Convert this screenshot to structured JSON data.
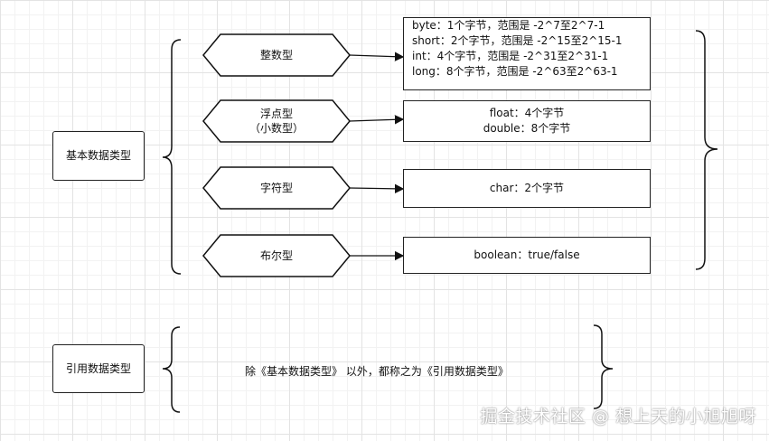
{
  "basic_types": {
    "title": "基本数据类型",
    "integer": {
      "label": "整数型",
      "details": [
        "byte：1个字节，范围是 -2^7至2^7-1",
        "short：2个字节，范围是 -2^15至2^15-1",
        "int：4个字节，范围是 -2^31至2^31-1",
        "long：8个字节，范围是 -2^63至2^63-1"
      ]
    },
    "float": {
      "label_line1": "浮点型",
      "label_line2": "（小数型）",
      "details": [
        "float：4个字节",
        "double：8个字节"
      ]
    },
    "char": {
      "label": "字符型",
      "detail": "char：2个字节"
    },
    "boolean": {
      "label": "布尔型",
      "detail": "boolean：true/false"
    }
  },
  "reference_types": {
    "title": "引用数据类型",
    "note": "除《基本数据类型》 以外，都称之为《引用数据类型》"
  },
  "watermark": "掘金技术社区 @ 想上天的小旭旭呀"
}
